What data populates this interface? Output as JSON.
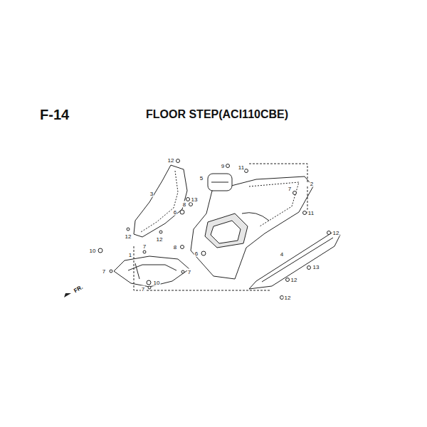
{
  "diagram": {
    "title": "FLOOR STEP(ACI110CBE)",
    "labels": [
      "F-14",
      "12",
      "9",
      "11",
      "5",
      "2",
      "3",
      "13",
      "7",
      "8",
      "6",
      "11",
      "12",
      "12",
      "12",
      "8",
      "6",
      "10",
      "7",
      "1",
      "4",
      "7",
      "7",
      "13",
      "10",
      "12",
      "7",
      "12",
      "FR."
    ]
  }
}
